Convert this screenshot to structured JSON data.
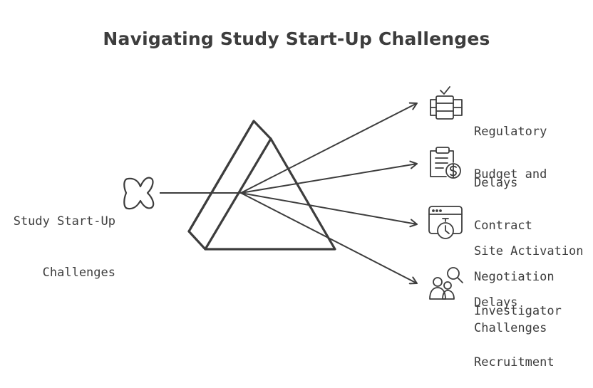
{
  "title": "Navigating Study Start-Up Challenges",
  "input": {
    "line1": "Study Start-Up",
    "line2": "Challenges"
  },
  "outputs": [
    {
      "line1": "Regulatory",
      "line2": "Delays",
      "icon": "server-rack-check-icon"
    },
    {
      "line1": "Budget and",
      "line2": "Contract",
      "line3": "Negotiation",
      "line4": "Challenges",
      "icon": "clipboard-dollar-icon"
    },
    {
      "line1": "Site Activation",
      "line2": "Delays",
      "icon": "browser-stopwatch-icon"
    },
    {
      "line1": "Investigator",
      "line2": "Recruitment",
      "icon": "people-search-icon"
    }
  ],
  "colors": {
    "stroke": "#3d3d3d",
    "text": "#3d3d3d",
    "background": "#ffffff"
  }
}
